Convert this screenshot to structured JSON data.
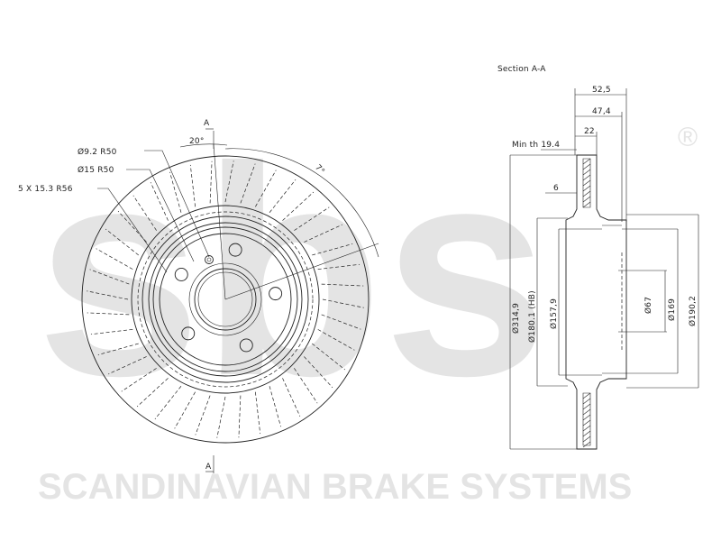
{
  "watermark": {
    "logo_text": "sbs",
    "registered_symbol": "®",
    "tagline": "SCANDINAVIAN BRAKE SYSTEMS"
  },
  "front_view": {
    "section_marker_top": "A",
    "section_marker_bottom": "A",
    "angle_label": "20°",
    "vent_angle_label": "7°",
    "callout_1": "Ø9.2  R50",
    "callout_2": "Ø15  R50",
    "callout_3": "5  X  15.3  R56"
  },
  "section_view": {
    "title": "Section  A-A",
    "width_total": "52,5",
    "width_inner": "47,4",
    "width_disc": "22",
    "min_thickness": "Min  th  19.4",
    "offset_small": "6",
    "diameter_outer": "Ø314,9",
    "diameter_hub_bore": "Ø180.1  (HB)",
    "diameter_hat": "Ø157,9",
    "diameter_center": "Ø67",
    "diameter_bolt_area": "Ø169",
    "diameter_hat_outer": "Ø190,2"
  },
  "colors": {
    "line": "#222222",
    "watermark": "#e4e4e4",
    "background": "#ffffff"
  }
}
